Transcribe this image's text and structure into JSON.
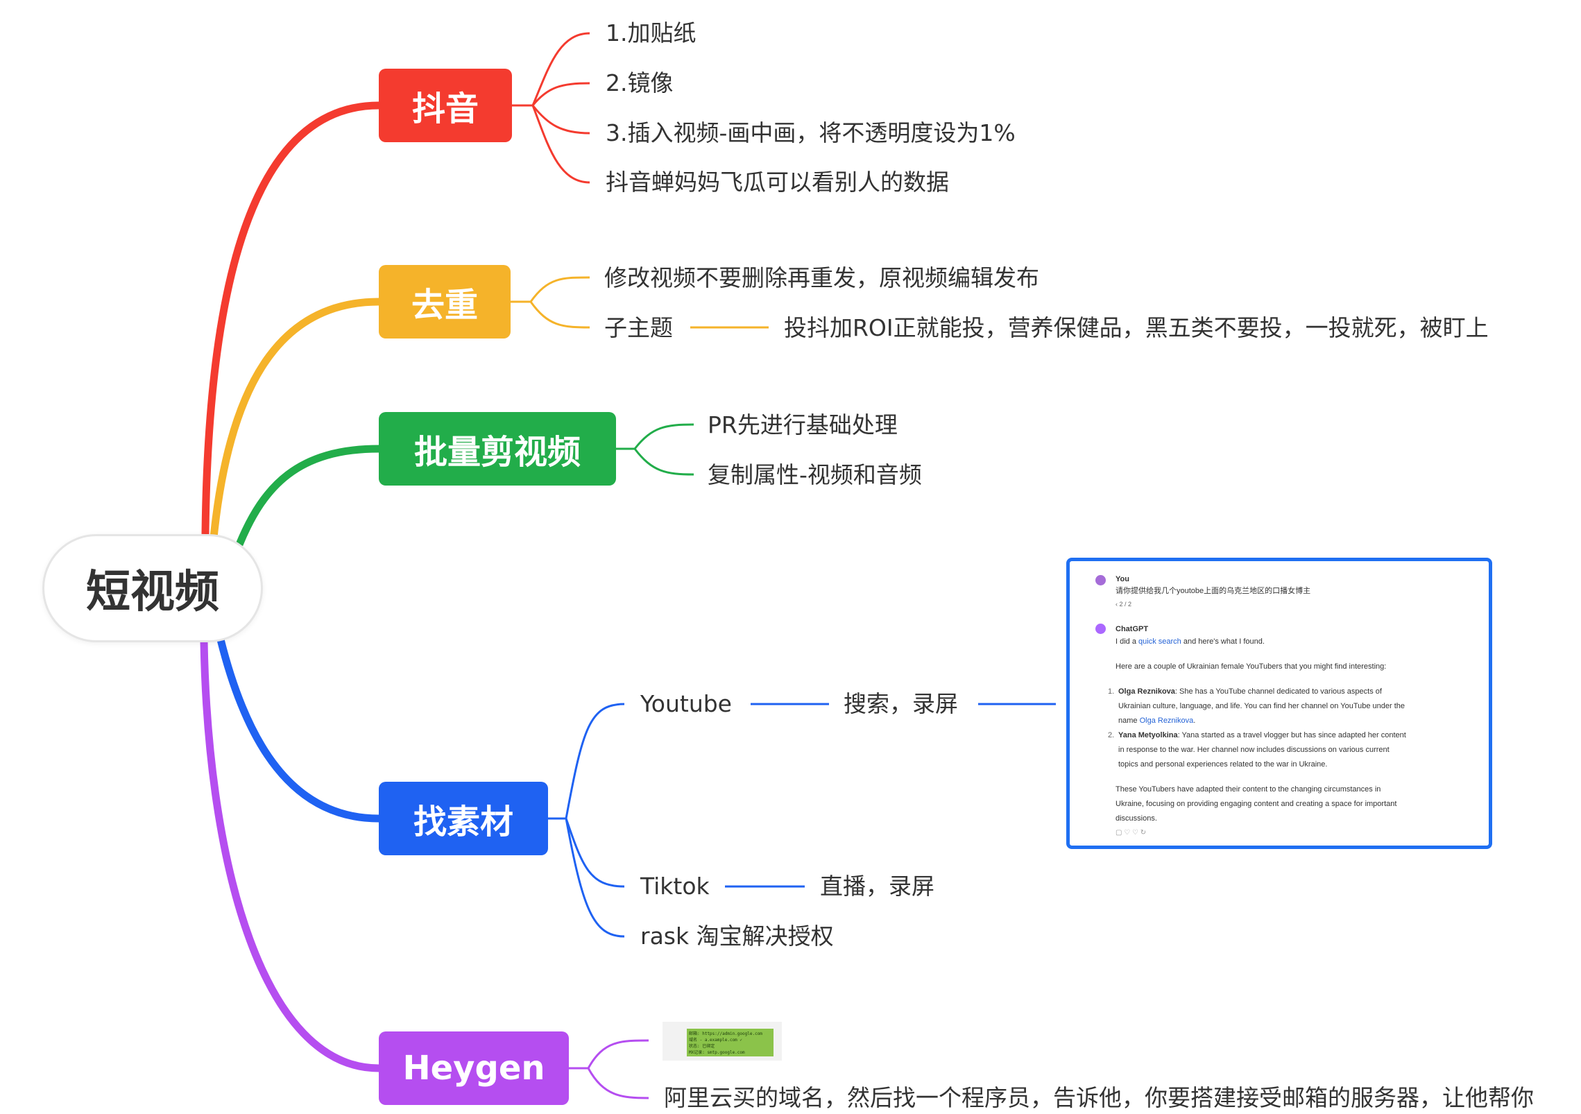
{
  "root": {
    "label": "短视频"
  },
  "colors": {
    "douyin": "#f43b2f",
    "quchong": "#f5b32a",
    "piliang": "#22ad4a",
    "sucai": "#1f62f2",
    "heygen": "#b54ef0"
  },
  "branches": {
    "douyin": {
      "label": "抖音",
      "items": [
        "1.加贴纸",
        "2.镜像",
        "3.插入视频-画中画，将不透明度设为1%",
        "抖音蝉妈妈飞瓜可以看别人的数据"
      ]
    },
    "quchong": {
      "label": "去重",
      "items": [
        "修改视频不要删除再重发，原视频编辑发布",
        "子主题"
      ],
      "subtopic_note": "投抖加ROI正就能投，营养保健品，黑五类不要投，一投就死，被盯上"
    },
    "piliang": {
      "label": "批量剪视频",
      "items": [
        "PR先进行基础处理",
        "复制属性-视频和音频"
      ]
    },
    "sucai": {
      "label": "找素材",
      "youtube": {
        "label": "Youtube",
        "child": "搜索，录屏"
      },
      "tiktok": {
        "label": "Tiktok",
        "child": "直播，录屏"
      },
      "rask": {
        "label": "rask 淘宝解决授权"
      }
    },
    "heygen": {
      "label": "Heygen",
      "note": "阿里云买的域名，然后找一个程序员，告诉他，你要搭建接受邮箱的服务器，让他帮你"
    }
  },
  "chat_screenshot": {
    "user_name": "You",
    "user_message": "请你提供给我几个youtobe上面的乌克兰地区的口播女博主",
    "pager": "‹ 2 / 2",
    "bot_name": "ChatGPT",
    "intro_pre": "I did a ",
    "intro_link": "quick search",
    "intro_post": " and here's what I found.",
    "lead": "Here are a couple of Ukrainian female YouTubers that you might find interesting:",
    "item1_num": "1.",
    "item1_name": "Olga Reznikova",
    "item1_line1": ": She has a YouTube channel dedicated to various aspects of",
    "item1_line2": "Ukrainian culture, language, and life. You can find her channel on YouTube under the",
    "item1_line3_pre": "name ",
    "item1_line3_link": "Olga Reznikova",
    "item1_line3_post": ".",
    "item2_num": "2.",
    "item2_name": "Yana Metyolkina",
    "item2_line1": ": Yana started as a travel vlogger but has since adapted her content",
    "item2_line2": "in response to the war. Her channel now includes discussions on various current",
    "item2_line3": "topics and personal experiences related to the war in Ukraine.",
    "closing_line1": "These YouTubers have adapted their content to the changing circumstances in",
    "closing_line2": "Ukraine, focusing on providing engaging content and creating a space for important",
    "closing_line3": "discussions.",
    "actions": "▢ ♡ ♡ ↻"
  },
  "thumbnail": {
    "lines": [
      "邮箱: https://admin.google.com",
      "域名 - a.example.com ✓",
      "状态: 已绑定",
      "MX记录: smtp.google.com"
    ]
  }
}
